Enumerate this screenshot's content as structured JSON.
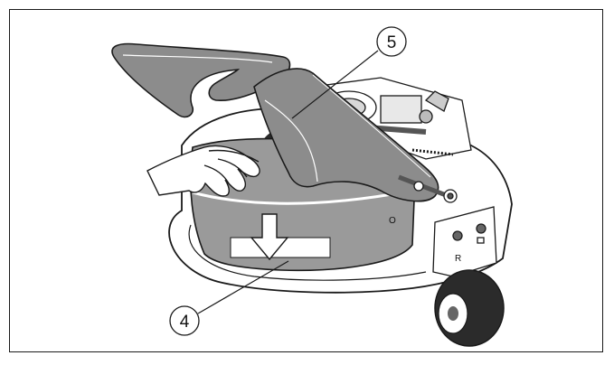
{
  "diagram": {
    "callouts": [
      {
        "label": "5",
        "target": "grass-chute-deflector"
      },
      {
        "label": "4",
        "target": "discharge-cover"
      }
    ],
    "deck_markings": {
      "side_mark": "R",
      "cover_mark": "O"
    },
    "colors": {
      "line": "#1a1a1a",
      "chute_fill": "#8c8c8c",
      "cover_fill": "#9a9a9a",
      "deck_fill": "#ffffff",
      "tire_fill": "#2b2b2b"
    }
  }
}
